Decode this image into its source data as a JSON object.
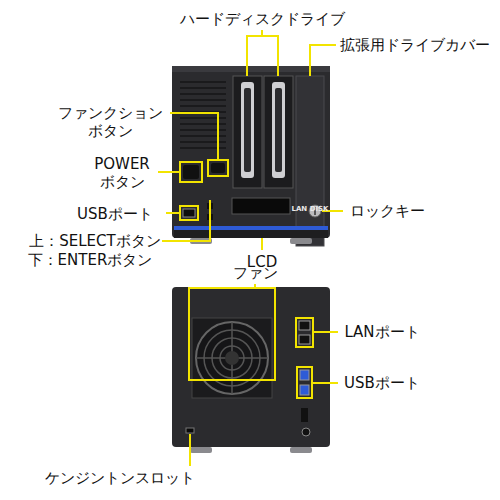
{
  "diagram": {
    "labels": [
      "ハードディスクドライブ",
      "拡張用ドライブカバー",
      "ファンクション ボタン",
      "POWER ボタン",
      "USBポート",
      "上：SELECTボタン",
      "下：ENTERボタン",
      "LCD",
      "ロックキー",
      "LAN DISK",
      "ファン",
      "LANポート",
      "USBポート",
      "ケンジントンスロット"
    ]
  }
}
